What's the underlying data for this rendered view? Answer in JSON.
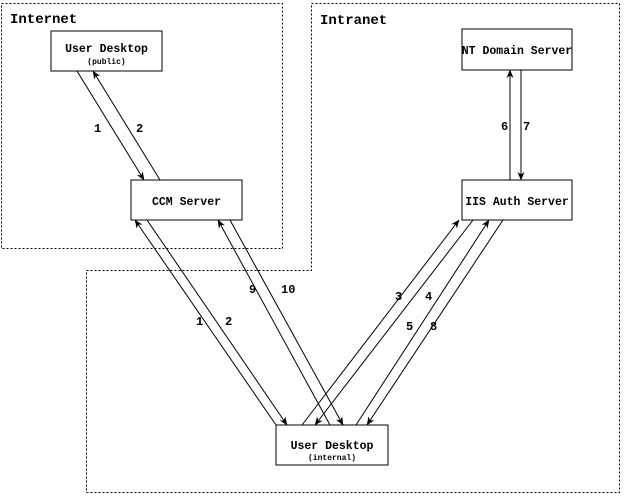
{
  "zones": {
    "internet": {
      "label": "Internet"
    },
    "intranet": {
      "label": "Intranet"
    }
  },
  "nodes": {
    "user_desktop_public": {
      "title": "User Desktop",
      "subtitle": "(public)"
    },
    "ccm_server": {
      "title": "CCM Server"
    },
    "nt_domain_server": {
      "title": "NT Domain Server"
    },
    "iis_auth_server": {
      "title": "IIS Auth Server"
    },
    "user_desktop_internal": {
      "title": "User Desktop",
      "subtitle": "(internal)"
    }
  },
  "edges": [
    {
      "label": "1",
      "from": "user_desktop_public",
      "to": "ccm_server"
    },
    {
      "label": "2",
      "from": "ccm_server",
      "to": "user_desktop_public"
    },
    {
      "label": "1",
      "from": "user_desktop_internal",
      "to": "ccm_server"
    },
    {
      "label": "2",
      "from": "ccm_server",
      "to": "user_desktop_internal"
    },
    {
      "label": "3",
      "from": "user_desktop_internal",
      "to": "iis_auth_server"
    },
    {
      "label": "4",
      "from": "iis_auth_server",
      "to": "user_desktop_internal"
    },
    {
      "label": "5",
      "from": "user_desktop_internal",
      "to": "iis_auth_server"
    },
    {
      "label": "6",
      "from": "iis_auth_server",
      "to": "nt_domain_server"
    },
    {
      "label": "7",
      "from": "nt_domain_server",
      "to": "iis_auth_server"
    },
    {
      "label": "8",
      "from": "iis_auth_server",
      "to": "user_desktop_internal"
    },
    {
      "label": "9",
      "from": "user_desktop_internal",
      "to": "ccm_server"
    },
    {
      "label": "10",
      "from": "ccm_server",
      "to": "user_desktop_internal"
    }
  ],
  "colors": {
    "line": "#000000",
    "background": "#ffffff"
  }
}
